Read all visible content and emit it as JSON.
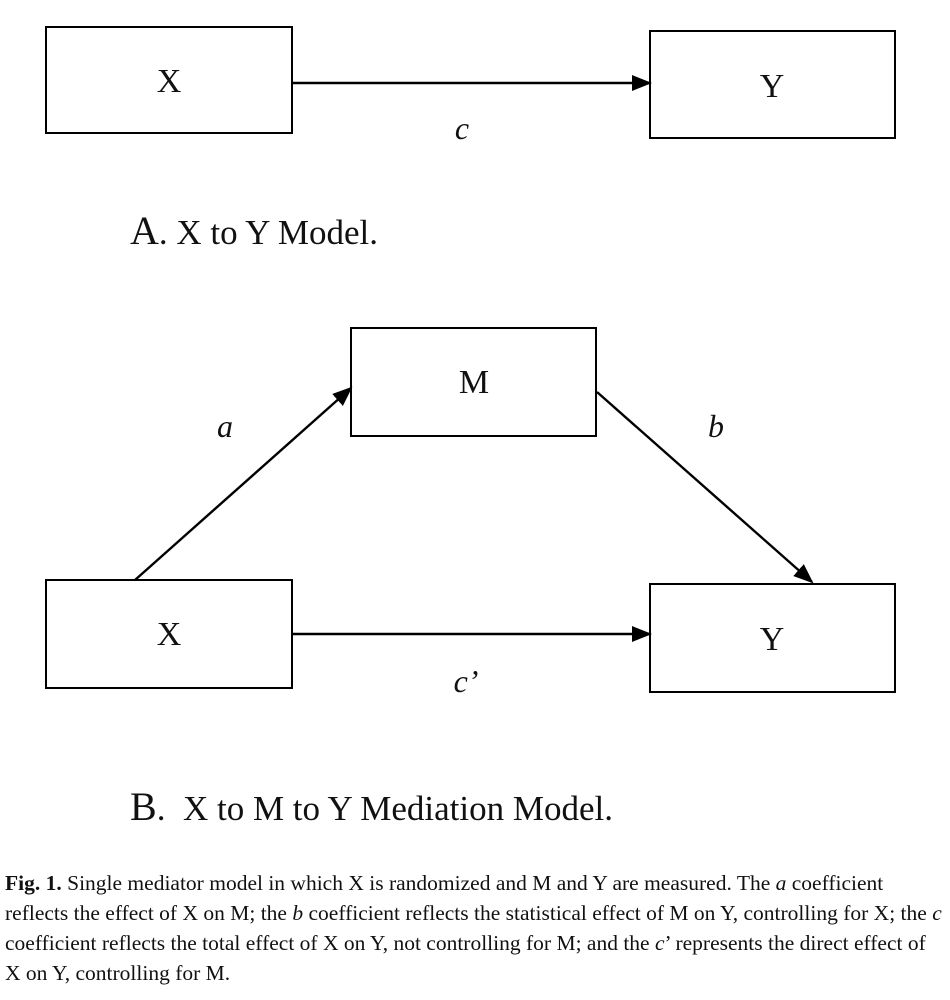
{
  "panel_a": {
    "caption_letter": "A",
    "caption_text": ". X to Y Model.",
    "nodes": {
      "x": "X",
      "y": "Y"
    },
    "edges": {
      "x_to_y": "c"
    }
  },
  "panel_b": {
    "caption_letter": "B",
    "caption_text": ".  X to M to Y Mediation Model.",
    "nodes": {
      "m": "M",
      "x": "X",
      "y": "Y"
    },
    "edges": {
      "x_to_m": "a",
      "m_to_y": "b",
      "x_to_y": "c’"
    }
  },
  "figure_caption": {
    "label": "Fig. 1.",
    "part1": " Single mediator model in which X is randomized and M and Y are measured. The ",
    "var_a": "a",
    "part2": " coefficient reflects the effect of X on M; the ",
    "var_b": "b",
    "part3": " coefficient reflects the statistical effect of M on Y, controlling for X; the ",
    "var_c": "c",
    "part4": " coefficient reflects the total effect of X on Y, not controlling for M; and the ",
    "var_c_prime": "c",
    "part5": "’ represents the direct effect of X on Y, controlling for M."
  }
}
